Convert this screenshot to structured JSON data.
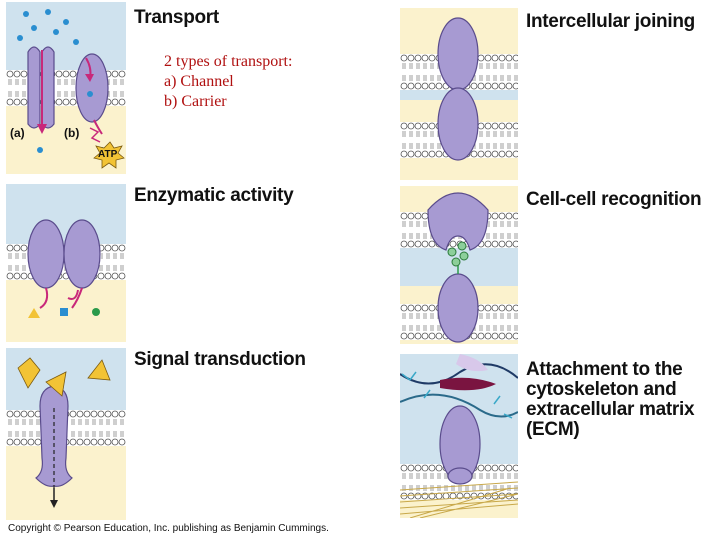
{
  "panels": {
    "transport": {
      "title": "Transport",
      "label_a": "(a)",
      "label_b": "(b)",
      "atp": "ATP"
    },
    "intercellular_joining": {
      "title": "Intercellular joining"
    },
    "enzymatic_activity": {
      "title": "Enzymatic activity"
    },
    "cell_cell_recognition": {
      "title": "Cell-cell recognition"
    },
    "signal_transduction": {
      "title": "Signal transduction"
    },
    "attachment": {
      "title_lines": [
        "Attachment to the",
        "cytoskeleton and",
        "extracellular matrix",
        "(ECM)"
      ]
    }
  },
  "note": {
    "heading": "2 types of transport:",
    "items": [
      "a)   Channel",
      "b)   Carrier"
    ]
  },
  "copyright": "Copyright © Pearson Education, Inc. publishing as Benjamin Cummings.",
  "colors": {
    "outside": "#cfe2ee",
    "inside": "#fbf2cd",
    "protein": "#a79ad2",
    "lipid_head": "#ffffff",
    "molecule": "#2a8ed0",
    "arrow": "#c8287a",
    "signal": "#f2c335"
  }
}
